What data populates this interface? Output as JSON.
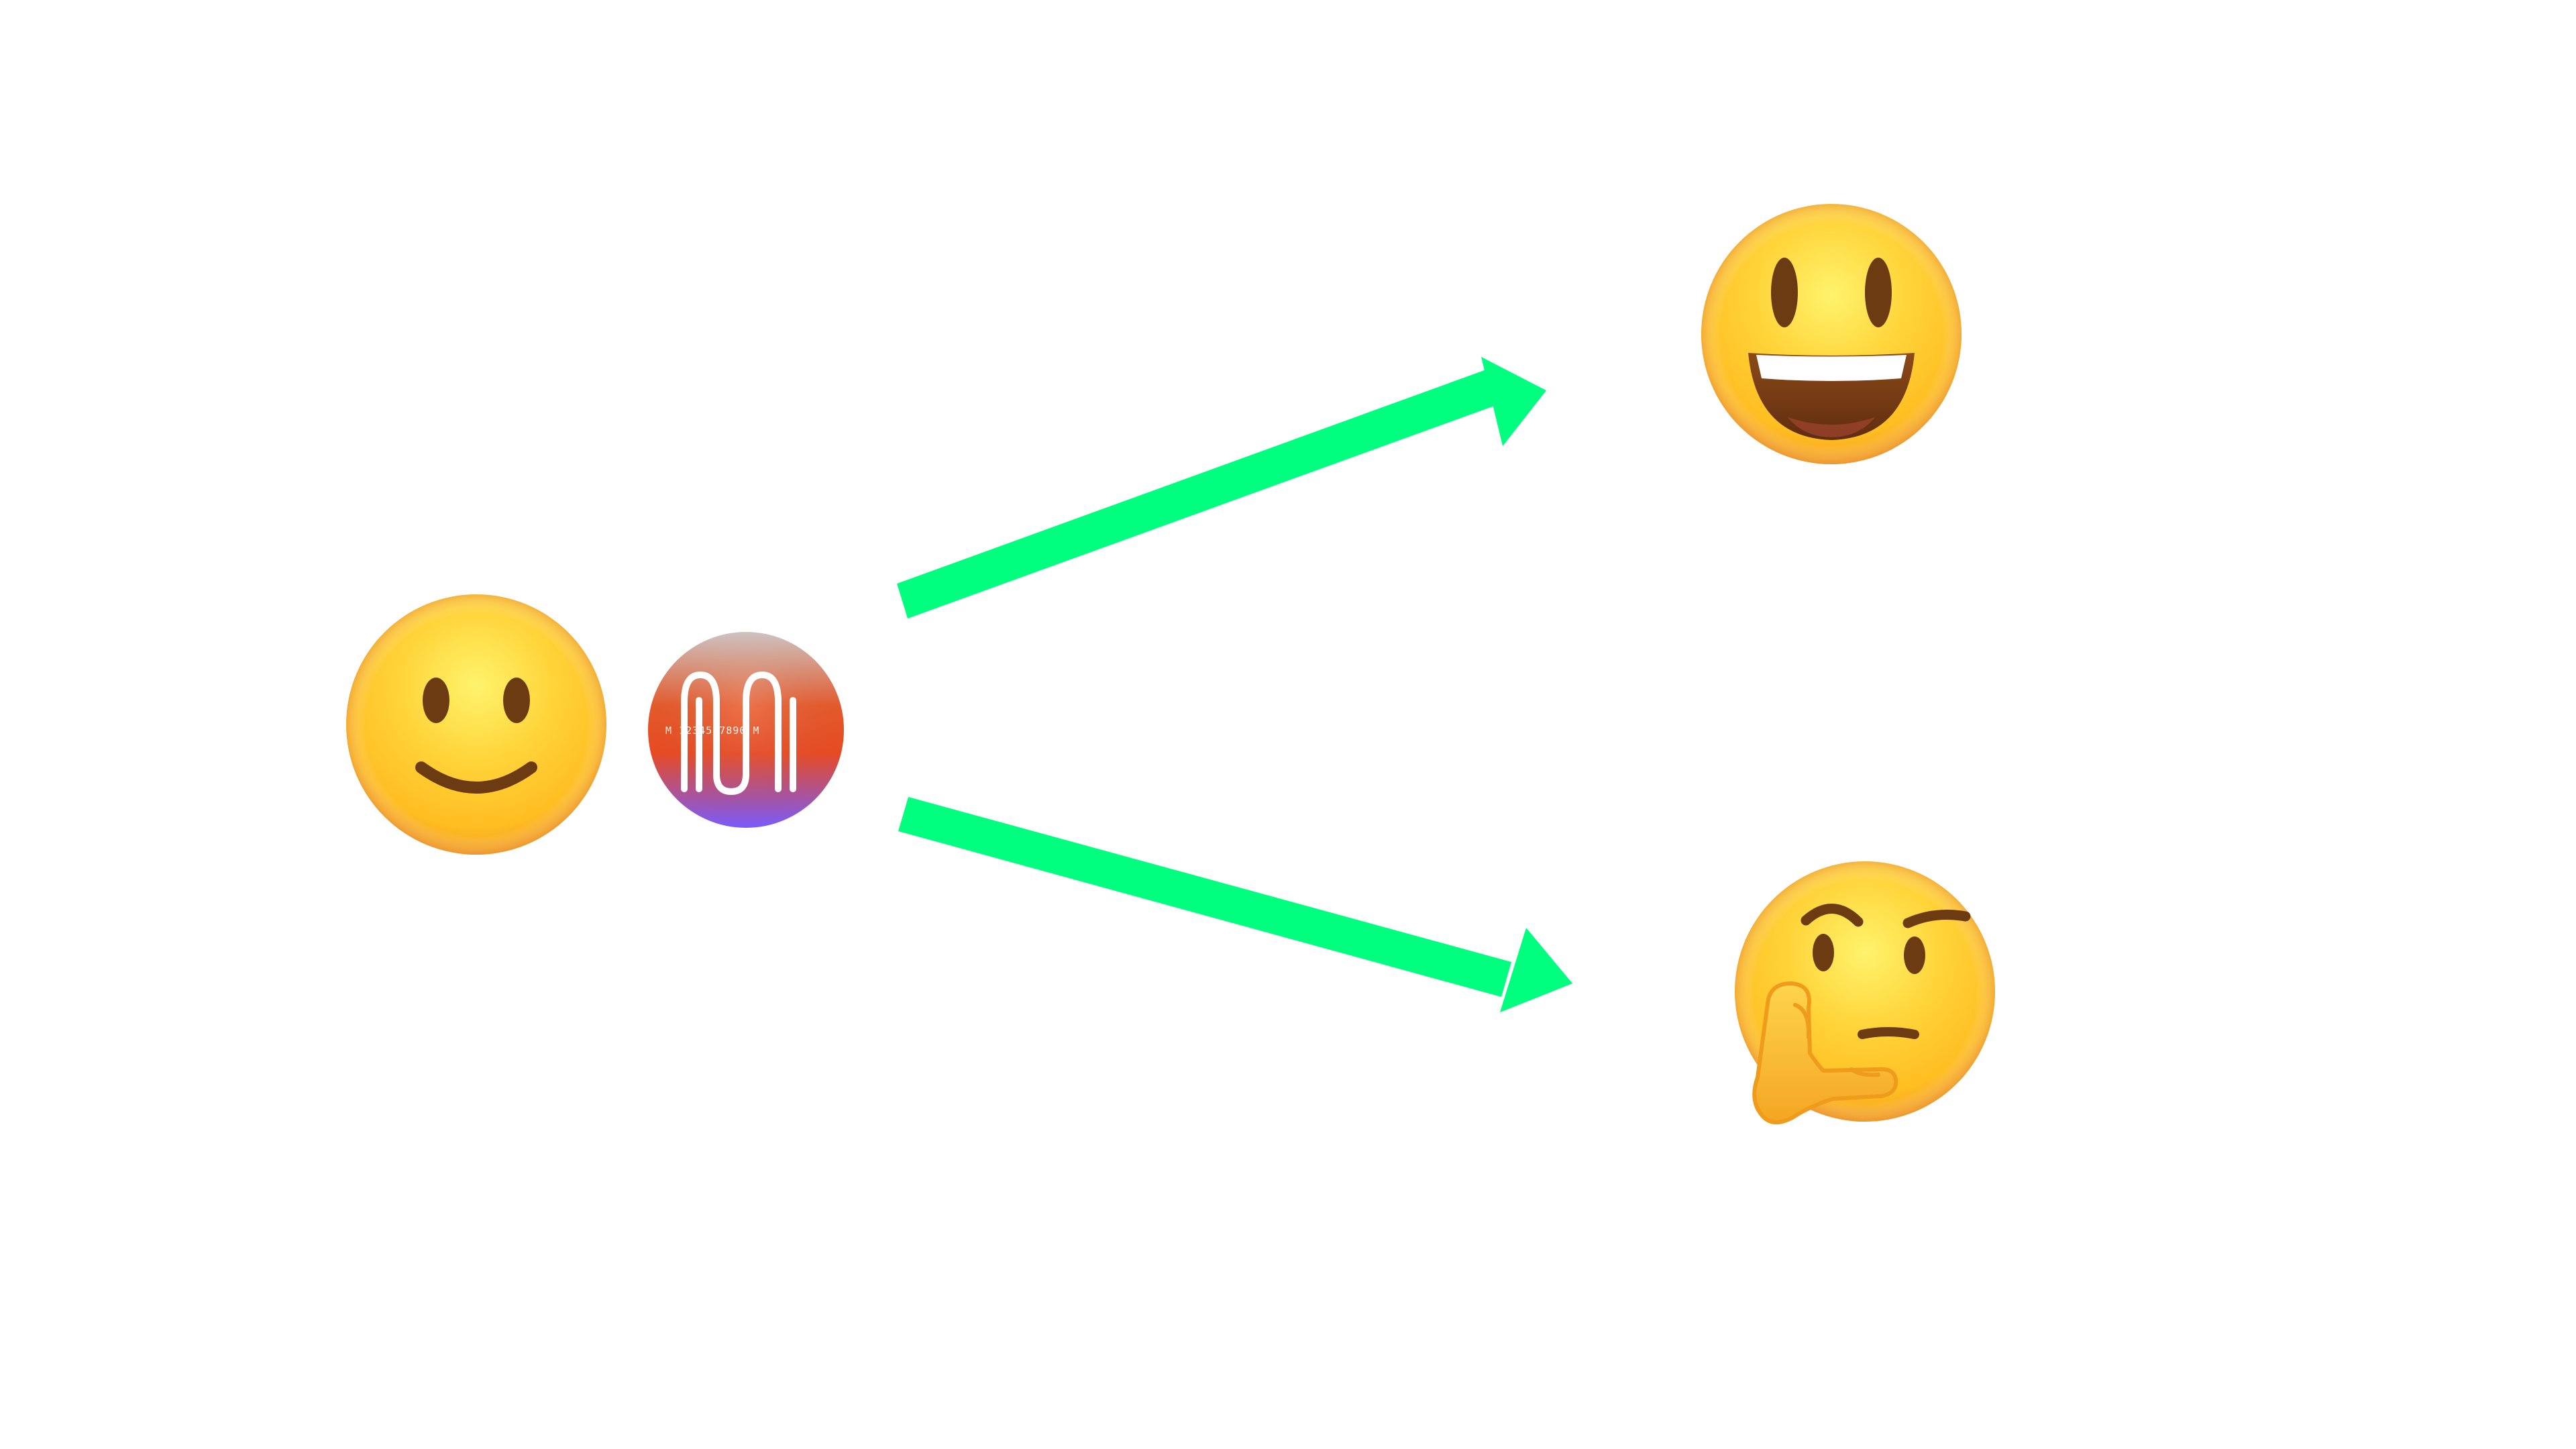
{
  "diagram": {
    "source": {
      "icon": "slightly-smiling-face-emoji"
    },
    "badge": {
      "icon": "purple-orange-m-token-logo",
      "logo_text": "M 1234567890 M"
    },
    "outcomes": [
      {
        "icon": "grinning-face-with-big-eyes-emoji"
      },
      {
        "icon": "thinking-face-emoji"
      }
    ],
    "colors": {
      "arrow": "#00ff7f",
      "emoji_fill": "#ffc929",
      "emoji_shade": "#f49a1b",
      "emoji_outline": "#e4821b",
      "feature": "#6d3b12",
      "badge_top": "#d7c7c7",
      "badge_mid": "#f04c24",
      "badge_bottom": "#7a5cff"
    }
  }
}
